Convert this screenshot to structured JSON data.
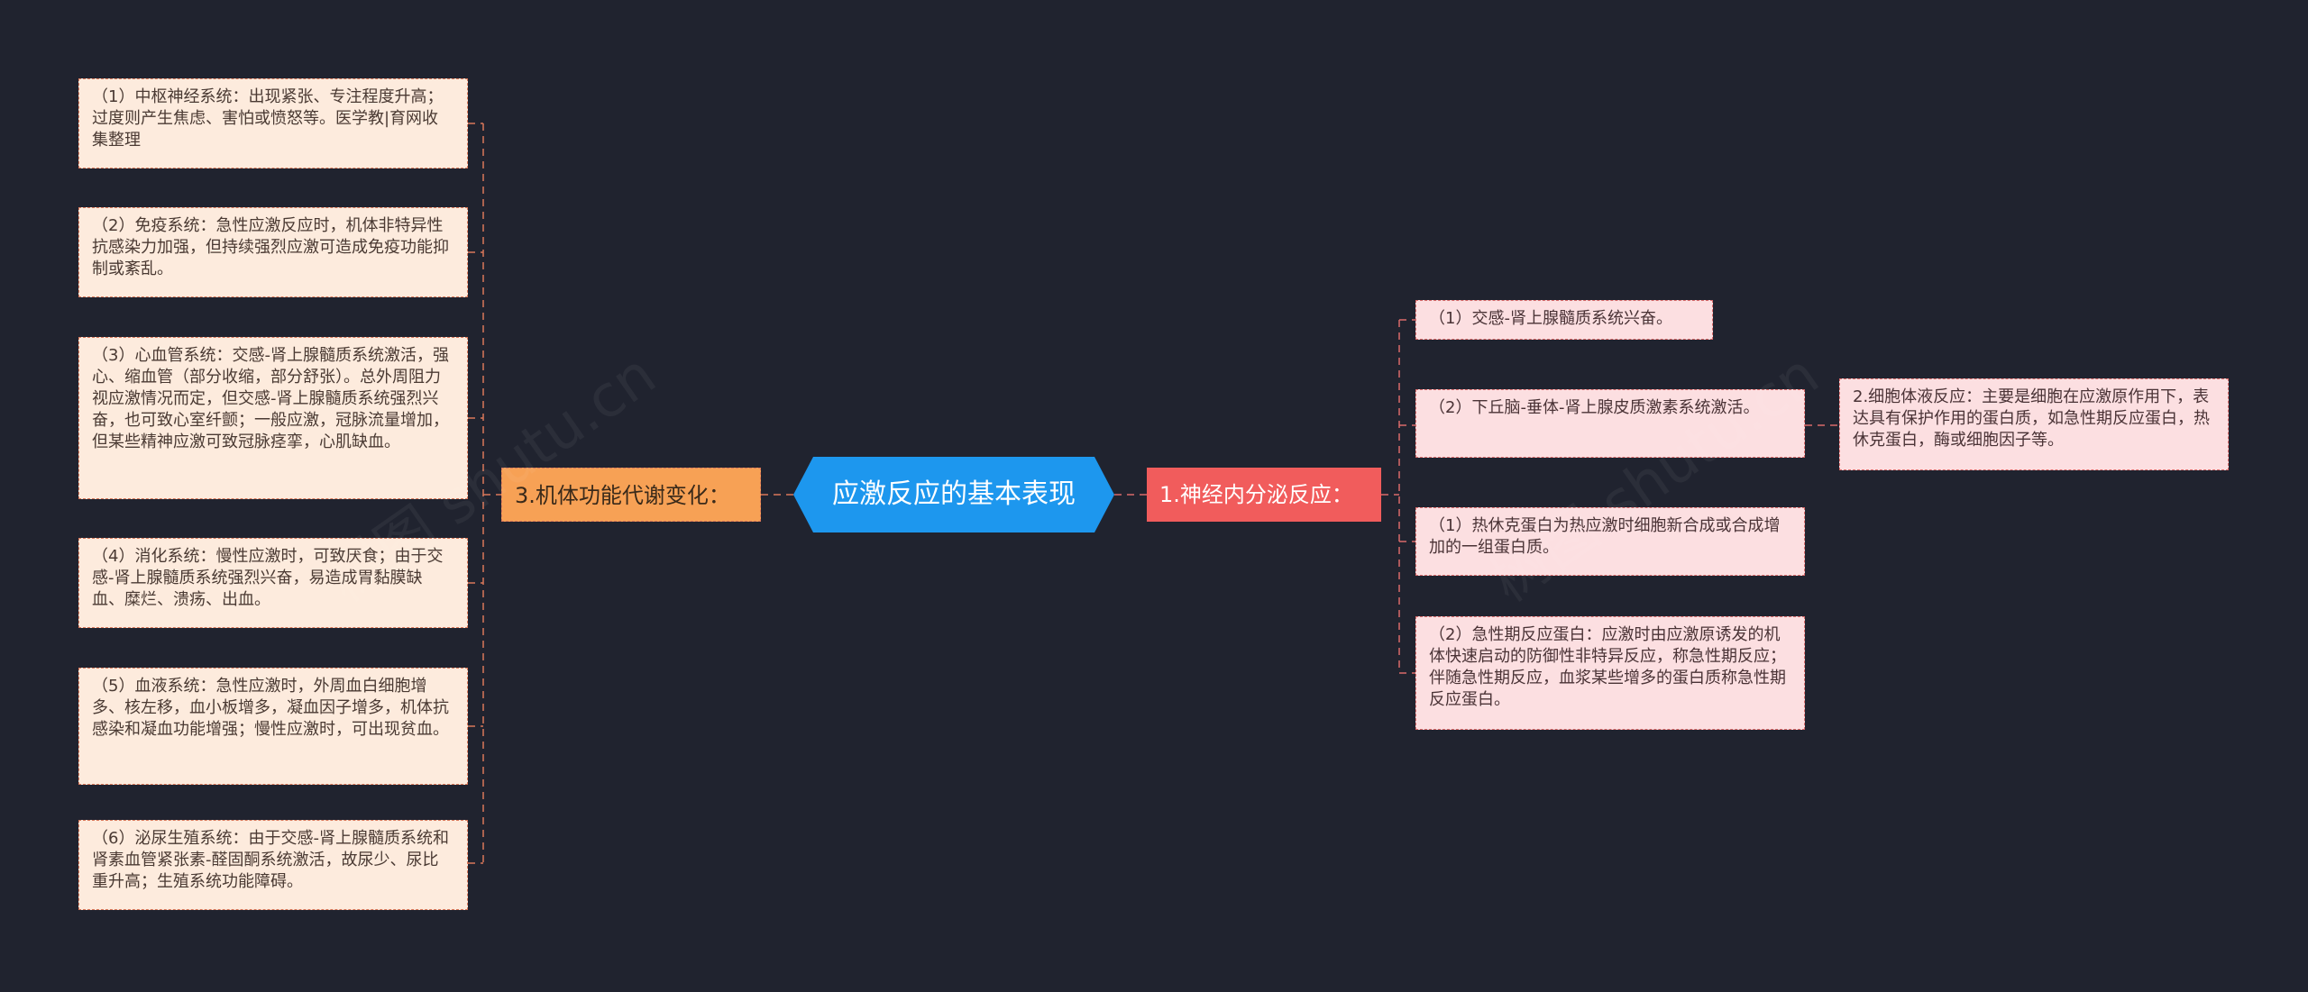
{
  "center": {
    "label": "应激反应的基本表现"
  },
  "left_branch": {
    "label": "3.机体功能代谢变化：",
    "items": [
      "（1）中枢神经系统：出现紧张、专注程度升高；过度则产生焦虑、害怕或愤怒等。医学教|育网收集整理",
      "（2）免疫系统：急性应激反应时，机体非特异性抗感染力加强，但持续强烈应激可造成免疫功能抑制或紊乱。",
      "（3）心血管系统：交感-肾上腺髓质系统激活，强心、缩血管（部分收缩，部分舒张）。总外周阻力视应激情况而定，但交感-肾上腺髓质系统强烈兴奋，也可致心室纤颤；一般应激，冠脉流量增加，但某些精神应激可致冠脉痉挛，心肌缺血。",
      "（4）消化系统：慢性应激时，可致厌食；由于交感-肾上腺髓质系统强烈兴奋，易造成胃黏膜缺血、糜烂、溃疡、出血。",
      "（5）血液系统：急性应激时，外周血白细胞增多、核左移，血小板增多，凝血因子增多，机体抗感染和凝血功能增强；慢性应激时，可出现贫血。",
      "（6）泌尿生殖系统：由于交感-肾上腺髓质系统和肾素血管紧张素-醛固酮系统激活，故尿少、尿比重升高；生殖系统功能障碍。"
    ]
  },
  "right_branch": {
    "label": "1.神经内分泌反应：",
    "items": [
      "（1）交感-肾上腺髓质系统兴奋。",
      "（2）下丘脑-垂体-肾上腺皮质激素系统激活。",
      "（1）热休克蛋白为热应激时细胞新合成或合成增加的一组蛋白质。",
      "（2）急性期反应蛋白：应激时由应激原诱发的机体快速启动的防御性非特异反应，称急性期反应；伴随急性期反应，血浆某些增多的蛋白质称急性期反应蛋白。"
    ],
    "sub_item": "2.细胞体液反应：主要是细胞在应激原作用下，表达具有保护作用的蛋白质，如急性期反应蛋白，热休克蛋白，酶或细胞因子等。"
  },
  "watermarks": [
    "树图 shutu.cn",
    "树图 shutu.cn"
  ],
  "colors": {
    "background": "#20232f",
    "center": "#1d97ee",
    "left_branch": "#f7a155",
    "right_branch": "#f15c5c",
    "leaf_left": "#fdebdd",
    "leaf_right": "#fcdfe1",
    "connector_left": "#d9785a",
    "connector_right": "#d96a6a"
  }
}
